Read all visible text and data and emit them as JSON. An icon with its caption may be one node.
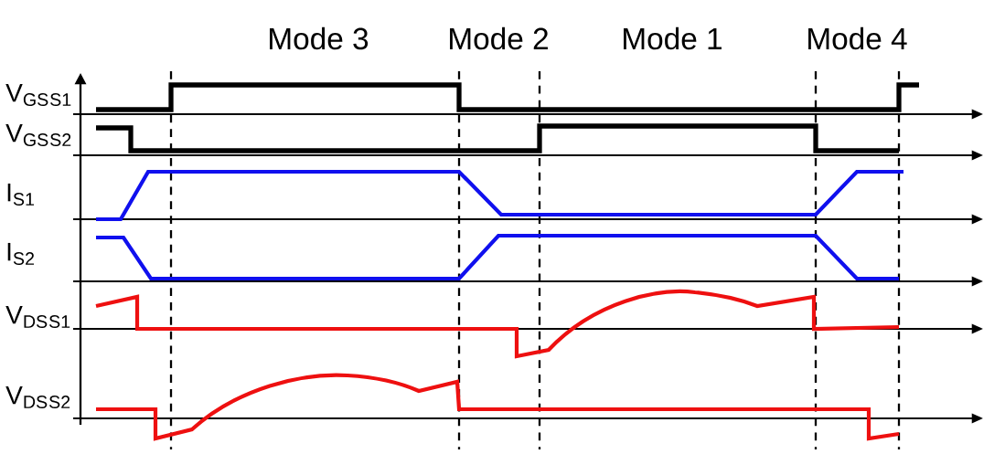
{
  "diagram": {
    "labels": [
      "Mode 3",
      "Mode 2",
      "Mode 1",
      "Mode 4",
      "V$_{GS}$$_{S1}$",
      "V$_{GS}$$_{S2}$",
      "I$_{S1}$",
      "I$_{S2}$",
      "V$_{DS}$$_{S1}$",
      "V$_{DS}$$_{S2}$"
    ]
  }
}
